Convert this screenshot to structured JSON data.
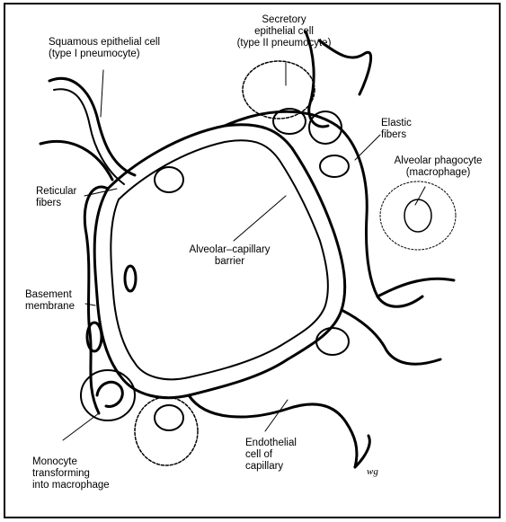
{
  "labels": {
    "squamous": "Squamous epithelial cell\n(type I pneumocyte)",
    "secretory": "Secretory\nepithelial cell\n(type II pneumocyte)",
    "elastic": "Elastic\nfibers",
    "macrophage": "Alveolar phagocyte\n(macrophage)",
    "reticular": "Reticular\nfibers",
    "barrier": "Alveolar–capillary\nbarrier",
    "basement": "Basement\nmembrane",
    "monocyte": "Monocyte\ntransforming\ninto macrophage",
    "endothelial": "Endothelial\ncell of\ncapillary"
  },
  "signature": "wg",
  "colors": {
    "ink": "#000000",
    "background": "#ffffff"
  }
}
